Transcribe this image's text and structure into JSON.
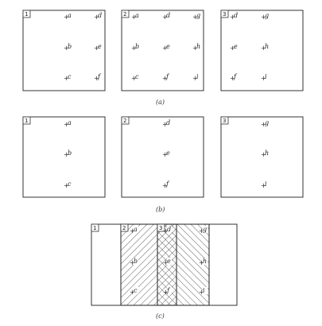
{
  "figure": {
    "captions": {
      "a": "(a)",
      "b": "(b)",
      "c": "(c)"
    },
    "row_a": {
      "frames": [
        {
          "number": "1",
          "points": [
            "a",
            "d",
            "b",
            "e",
            "c",
            "f"
          ]
        },
        {
          "number": "2",
          "points": [
            "a",
            "d",
            "g",
            "b",
            "e",
            "h",
            "c",
            "f",
            "i"
          ]
        },
        {
          "number": "3",
          "points": [
            "d",
            "g",
            "e",
            "h",
            "f",
            "i"
          ]
        }
      ]
    },
    "row_b": {
      "frames": [
        {
          "number": "1",
          "points": [
            "a",
            "b",
            "c"
          ]
        },
        {
          "number": "2",
          "points": [
            "d",
            "e",
            "f"
          ]
        },
        {
          "number": "3",
          "points": [
            "g",
            "h",
            "i"
          ]
        }
      ]
    },
    "row_c": {
      "frame_numbers": [
        "1",
        "2",
        "3"
      ],
      "points": [
        "a",
        "b",
        "c",
        "d",
        "e",
        "f",
        "g",
        "h",
        "i"
      ]
    }
  }
}
